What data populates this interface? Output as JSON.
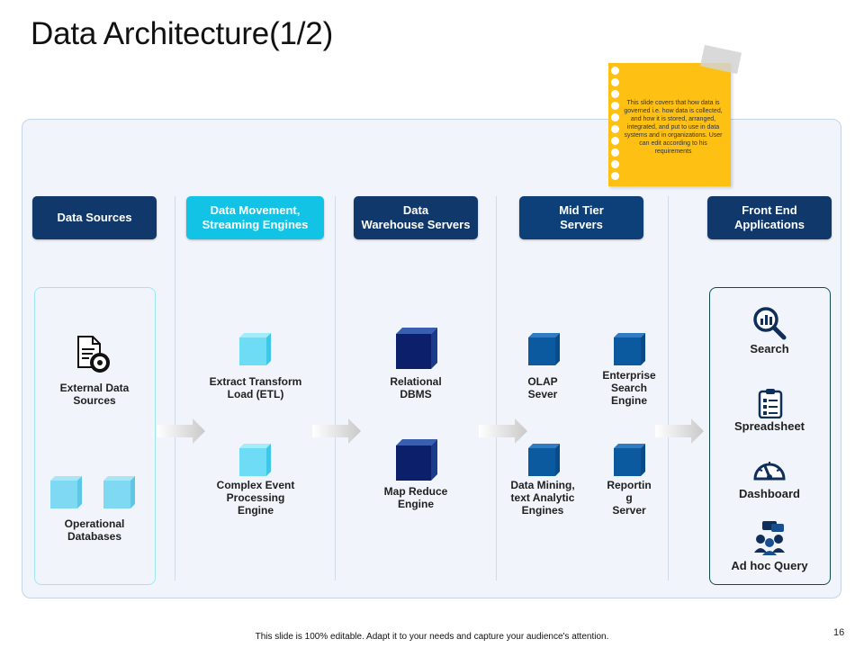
{
  "title": "Data Architecture(1/2)",
  "sticky_note": "This slide covers that how data is governed i.e. how data is collected, and how it is stored, arranged, integrated, and put to use in data systems and in organizations. User can edit according to his requirements",
  "columns": [
    {
      "header": "Data Sources",
      "style": "dark"
    },
    {
      "header": "Data Movement,\nStreaming Engines",
      "style": "cyan"
    },
    {
      "header": "Data\nWarehouse Servers",
      "style": "dark"
    },
    {
      "header": "Mid Tier\nServers",
      "style": "mid"
    },
    {
      "header": "Front End\nApplications",
      "style": "dark"
    }
  ],
  "items": {
    "external_data_sources": "External Data\nSources",
    "operational_databases": "Operational\nDatabases",
    "etl": "Extract Transform\nLoad (ETL)",
    "complex_event": "Complex Event\nProcessing\nEngine",
    "relational_dbms": "Relational\nDBMS",
    "map_reduce": "Map Reduce\nEngine",
    "olap": "OLAP\nSever",
    "enterprise_search": "Enterprise\nSearch\nEngine",
    "data_mining": "Data Mining,\ntext Analytic\nEngines",
    "reporting": "Reportin\ng\nServer",
    "search": "Search",
    "spreadsheet": "Spreadsheet",
    "dashboard": "Dashboard",
    "adhoc_query": "Ad hoc Query"
  },
  "icons": {
    "external_data_sources": "document-disc-icon",
    "search": "magnifier-chart-icon",
    "spreadsheet": "clipboard-checklist-icon",
    "dashboard": "speedometer-icon",
    "adhoc_query": "people-chat-icon"
  },
  "colors": {
    "header_dark": "#10386b",
    "header_cyan": "#12c3e6",
    "cube_light": "#6fd8f2",
    "cube_mid": "#0b5aa0",
    "cube_dark": "#0c1f6b",
    "note": "#fdc013"
  },
  "footer": "This slide is 100% editable. Adapt it to your needs and capture your audience's attention.",
  "page_number": "16"
}
